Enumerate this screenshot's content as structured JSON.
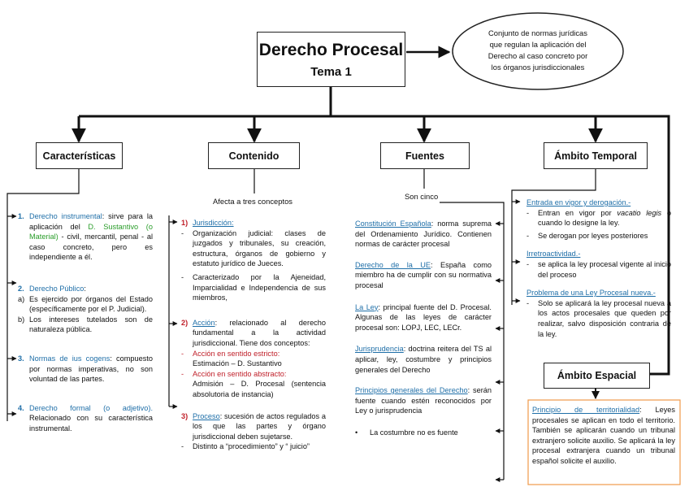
{
  "title": "Derecho Procesal",
  "subtitle": "Tema 1",
  "definition": "Conjunto de normas jurídicas que regulan la aplicación del Derecho al caso concreto por los órganos jurisdiccionales",
  "branches": {
    "caracteristicas": "Características",
    "contenido": "Contenido",
    "fuentes": "Fuentes",
    "ambito_temporal": "Ámbito Temporal",
    "ambito_espacial": "Ámbito Espacial"
  },
  "contenido_intro": "Afecta a tres conceptos",
  "fuentes_intro": "Son cinco",
  "caracteristicas": {
    "i1_num": "1.",
    "i1_head": "Derecho instrumental",
    "i1_a": ": sirve para la aplicación del ",
    "i1_green": "D. Sustantivo (o Material)",
    "i1_b": " - civil, mercantil, penal - al caso concreto, pero es independiente a él.",
    "i2_num": "2.",
    "i2_head": "Derecho Público",
    "i2_colon": ":",
    "i2_a_mark": "a)",
    "i2_a": "Es ejercido por órganos del Estado (específicamente por el P. Judicial).",
    "i2_b_mark": "b)",
    "i2_b": "Los intereses tutelados son de naturaleza pública.",
    "i3_num": "3.",
    "i3_head": "Normas de ius cogens",
    "i3_text": ": compuesto por normas imperativas, no son voluntad de las partes.",
    "i4_num": "4.",
    "i4_head": "Derecho formal (o adjetivo).",
    "i4_text": "Relacionado con su característica instrumental."
  },
  "contenido": {
    "c1_num": "1)",
    "c1_head": "Jurisdicción:",
    "c1_d1": "Organización judicial: clases de juzgados y tribunales, su creación, estructura, órganos de gobierno y estatuto jurídico de Jueces.",
    "c1_d2": "Caracterizado por la Ajeneidad, Imparcialidad e Independencia de sus miembros,",
    "c2_num": "2)",
    "c2_head": "Acción",
    "c2_text": ": relacionado al derecho fundamental a la actividad jurisdiccional. Tiene dos conceptos:",
    "c2_r1": "Acción en sentido estricto:",
    "c2_r1_text": "Estimación – D. Sustantivo",
    "c2_r2": "Acción en sentido abstracto:",
    "c2_r2_text": "Admisión – D. Procesal (sentencia absolutoria de instancia)",
    "c3_num": "3)",
    "c3_head": "Proceso",
    "c3_text": ": sucesión de actos regulados a los que las partes y órgano jurisdiccional deben sujetarse.",
    "c3_d1": "Distinto a “procedimiento” y “ juicio”"
  },
  "fuentes": {
    "f1_head": "Constitución Española",
    "f1_text": ": norma suprema del Ordenamiento Jurídico. Contienen normas de carácter procesal",
    "f2_head": "Derecho de la UE",
    "f2_text": ": España como miembro ha de cumplir con su normativa procesal",
    "f3_head": "La Ley",
    "f3_text": ": principal fuente del D. Procesal. Algunas de las leyes de carácter procesal son: LOPJ, LEC, LECr.",
    "f4_head": "Jurisprudencia",
    "f4_text": ": doctrina reitera del TS al aplicar, ley, costumbre y principios generales del Derecho",
    "f5_head": "Principios generales del Derecho",
    "f5_text": ": serán fuente cuando estén reconocidos por Ley o jurisprudencia",
    "f6_text": "La costumbre no es fuente"
  },
  "temporal": {
    "t1_head": "Entrada en vigor y derogación.-",
    "t1_d1_a": "Entran en vigor por ",
    "t1_d1_i": "vacatio legis",
    "t1_d1_b": " o cuando lo designe la ley.",
    "t1_d2": "Se derogan por leyes posteriores",
    "t2_head": "Irretroactividad.-",
    "t2_d1": "se aplica la ley procesal vigente al inicio del proceso",
    "t3_head": "Problema de una Ley Procesal nueva.-",
    "t3_d1": "Solo se aplicará la ley procesal nueva a los actos procesales que queden por realizar, salvo disposición contraria de la ley."
  },
  "espacial": {
    "e1_head": "Principio de territorialidad",
    "e1_text": ": Leyes procesales se aplican en todo el territorio. También se aplicarán cuando un tribunal extranjero solicite auxilio. Se aplicará la ley procesal extranjera cuando un tribunal español solicite el auxilio."
  }
}
